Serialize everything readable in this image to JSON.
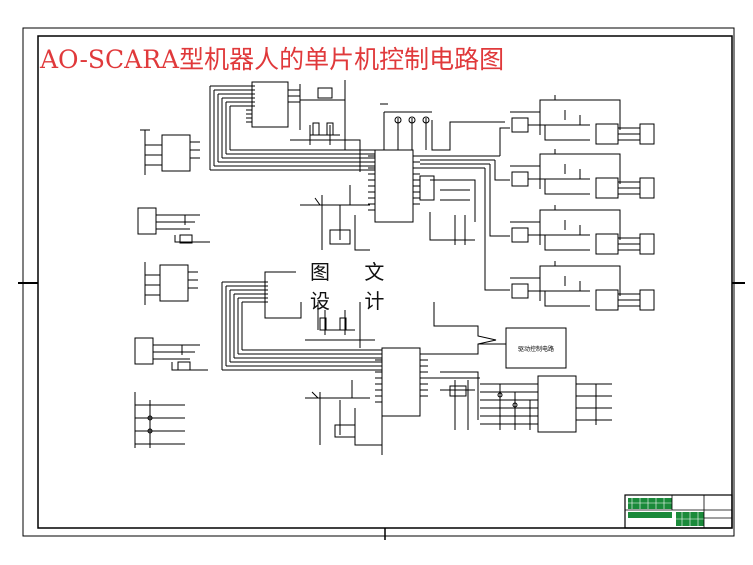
{
  "title": "AO-SCARA型机器人的单片机控制电路图",
  "watermark": "图 文 设 计",
  "block_label": "驱动控制电路",
  "colors": {
    "title": "#e0393b",
    "line": "#000000",
    "titleblock_fill": "#1a8a3a"
  }
}
